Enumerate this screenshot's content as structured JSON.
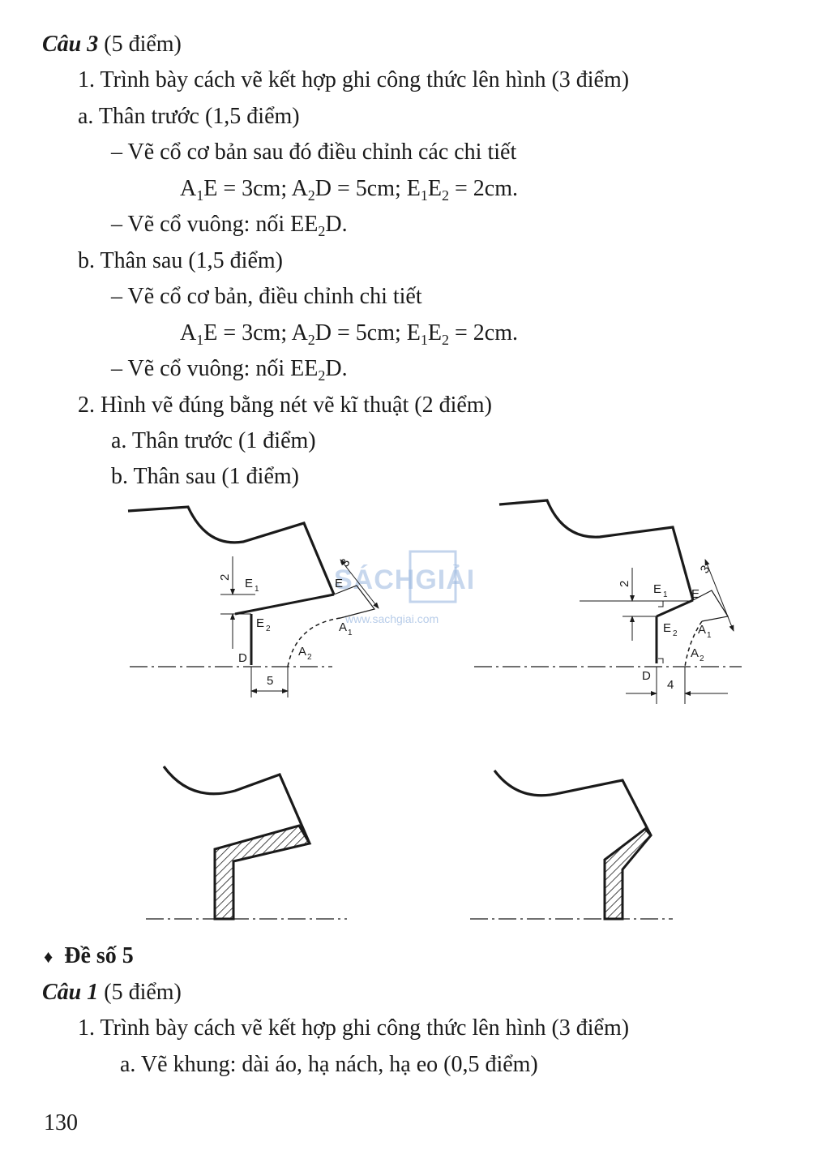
{
  "cau3": {
    "title": "Câu 3",
    "points": "(5 điểm)",
    "p1": "1. Trình bày cách vẽ kết hợp ghi công thức lên hình (3 điểm)",
    "a": "a. Thân trước (1,5 điểm)",
    "a_step1": "– Vẽ cổ cơ bản sau đó điều chỉnh các chi tiết",
    "a_step2": "– Vẽ cổ vuông: nối EE",
    "b": "b. Thân sau (1,5 điểm)",
    "b_step1": "– Vẽ cổ cơ bản, điều chỉnh chi tiết",
    "b_step2": "– Vẽ cổ vuông: nối EE",
    "p2": "2. Hình vẽ đúng bằng nét vẽ kĩ thuật (2 điểm)",
    "p2a": "a. Thân trước (1 điểm)",
    "p2b": "b. Thân sau (1 điểm)"
  },
  "formula": {
    "a1e": "E = 3cm; A",
    "a2d": "D = 5cm; E",
    "e1e2": " = 2cm.",
    "end_d": "D."
  },
  "diagram_labels": {
    "E": "E",
    "E1": "E",
    "E2": "E",
    "A1": "A",
    "A2": "A",
    "D": "D",
    "sub1": "1",
    "sub2": "2",
    "dim2": "2",
    "dim3": "3",
    "dim5": "5",
    "dim4": "4"
  },
  "watermark": {
    "logo": "SÁCHGIẢI",
    "url": "www.sachgiai.com"
  },
  "de5": {
    "heading": "Đề số 5",
    "bullet": "♦",
    "cau1_title": "Câu 1",
    "cau1_points": "(5 điểm)",
    "p1": "1. Trình bày cách vẽ kết hợp ghi công thức lên hình (3 điểm)",
    "a": "a. Vẽ khung: dài áo, hạ nách, hạ eo (0,5 điểm)"
  },
  "page_number": "130"
}
